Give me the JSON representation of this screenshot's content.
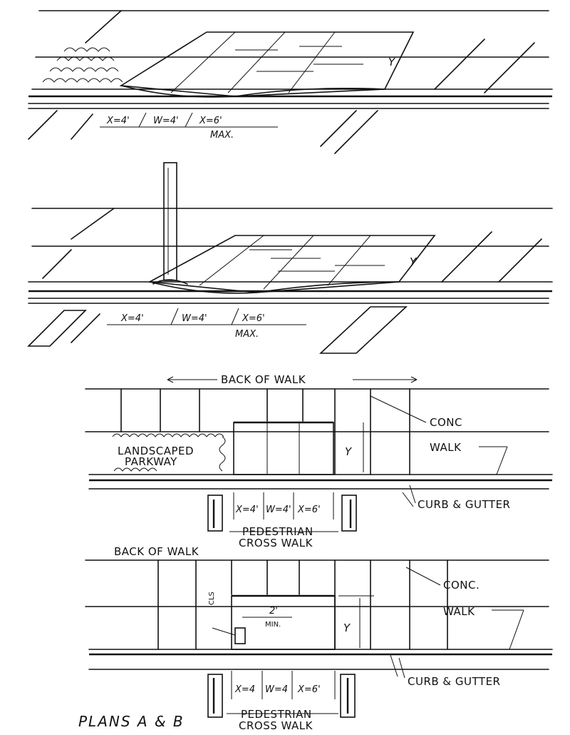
{
  "drawing": {
    "sketch_a": {
      "dims": [
        "X=4'",
        "W=4'",
        "X=6'"
      ],
      "max_label": "MAX.",
      "side_label": "Y"
    },
    "sketch_b": {
      "dims": [
        "X=4'",
        "W=4'",
        "X=6'"
      ],
      "max_label": "MAX.",
      "side_label": "Y"
    },
    "plan_a": {
      "back_of_walk": "BACK OF WALK",
      "conc": "CONC",
      "walk": "WALK",
      "landscaped": "LANDSCAPED",
      "parkway": "PARKWAY",
      "side_label": "Y",
      "dims": [
        "X=4'",
        "W=4'",
        "X=6'"
      ],
      "curb_gutter": "CURB & GUTTER",
      "pedestrian": "PEDESTRIAN",
      "cross_walk": "CROSS WALK"
    },
    "plan_b": {
      "back_of_walk": "BACK OF WALK",
      "conc": "CONC.",
      "walk": "WALK",
      "cls": "CLS",
      "two_ft": "2'",
      "min": "MIN.",
      "side_label": "Y",
      "dims": [
        "X=4",
        "W=4",
        "X=6'"
      ],
      "curb_gutter": "CURB & GUTTER",
      "pedestrian": "PEDESTRIAN",
      "cross_walk": "CROSS WALK"
    },
    "caption": "PLANS A & B"
  }
}
